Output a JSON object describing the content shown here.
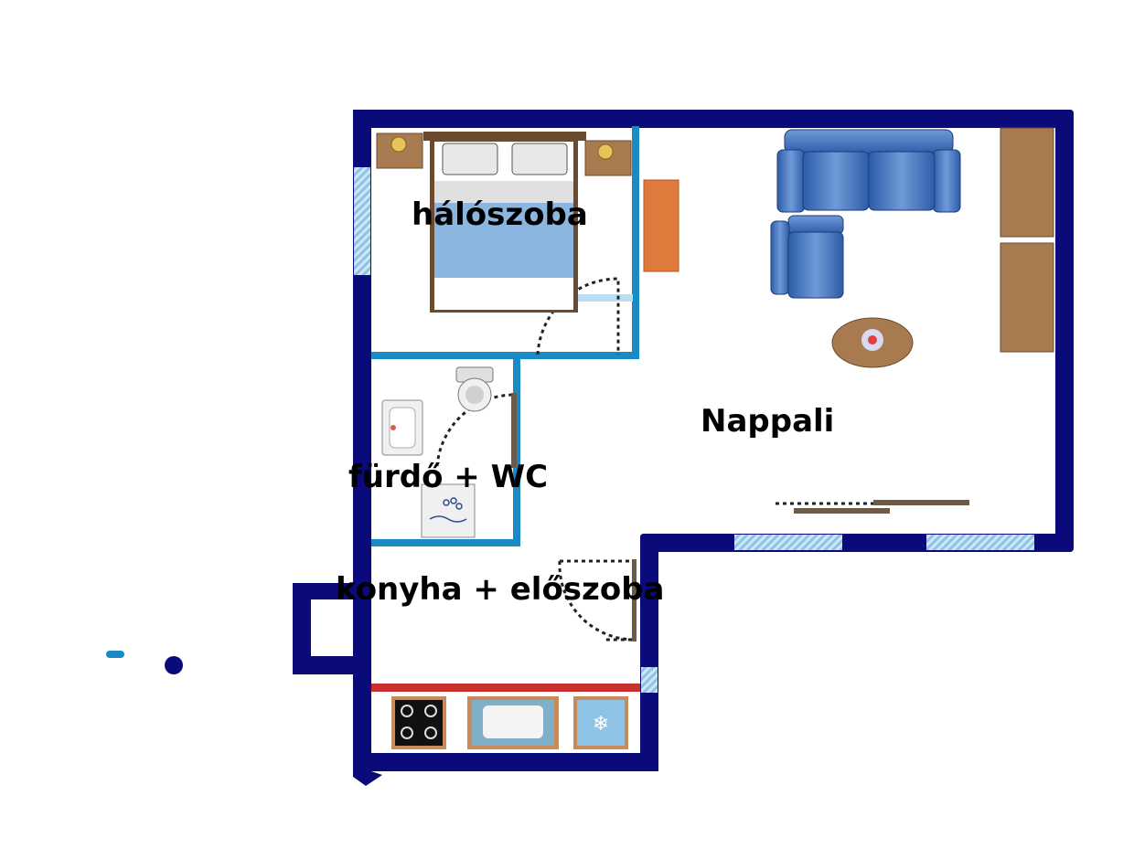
{
  "rooms": {
    "bedroom": "hálószoba",
    "living": "Nappali",
    "bathroom": "fürdő + WC",
    "kitchen": "konyha + előszoba"
  },
  "colors": {
    "outer_wall": "#0a0a7a",
    "inner_wall": "#1a8ac4",
    "window": "#8fc3e6",
    "sofa": "#3a6ec0",
    "wood": "#a87a4f",
    "wardrobe": "#b58352",
    "cabinet_orange": "#e07a3c",
    "counter_red": "#c8312e",
    "bed_blue": "#8ab6e0"
  },
  "icons": [
    "bed-icon",
    "nightstand-icon",
    "sofa-icon",
    "armchair-icon",
    "coffee-table-icon",
    "wardrobe-icon",
    "toilet-icon",
    "sink-icon",
    "shower-icon",
    "stove-icon",
    "kitchen-sink-icon",
    "fridge-icon",
    "door-swing-icon",
    "window-icon"
  ]
}
